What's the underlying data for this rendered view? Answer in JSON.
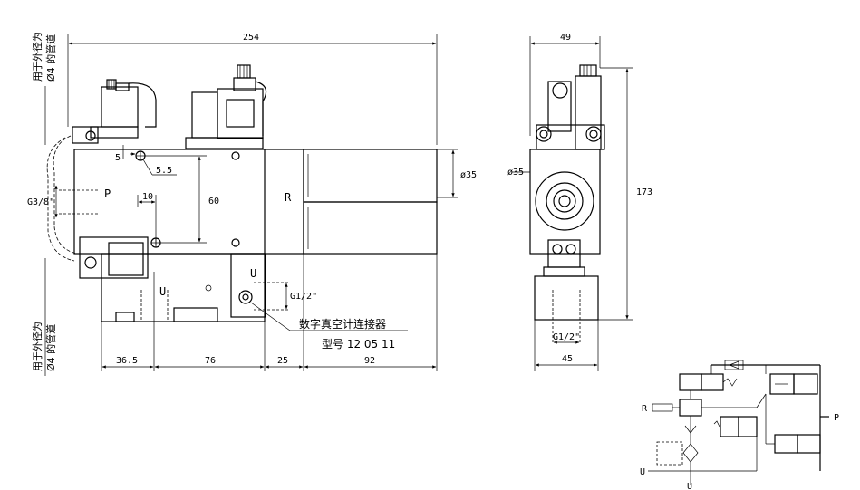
{
  "front_view": {
    "dim_overall_length": "254",
    "dim_5": "5",
    "dim_5_5": "5.5",
    "dim_10": "10",
    "dim_60": "60",
    "dim_36_5": "36.5",
    "dim_76": "76",
    "dim_25": "25",
    "dim_92": "92",
    "dim_dia35": "ø35",
    "port_thread_p": "G3/8\"",
    "port_thread_u": "G1/2\"",
    "label_p": "P",
    "label_r": "R",
    "label_u_top": "U",
    "label_u_body": "U",
    "note_tube_top": [
      "用于外径为",
      "Ø4 的管道"
    ],
    "note_tube_bottom": [
      "用于外径为",
      "Ø4 的管道"
    ],
    "note_connector": "数字真空计连接器",
    "note_model": "型号  12 05 11"
  },
  "side_view": {
    "dim_width_top": "49",
    "dim_width_bottom": "45",
    "dim_height": "173",
    "dim_dia35": "ø35",
    "port_thread": "G1/2\""
  },
  "schematic": {
    "label_r": "R",
    "label_p": "P",
    "label_u_left": "U",
    "label_u_bottom": "U"
  }
}
